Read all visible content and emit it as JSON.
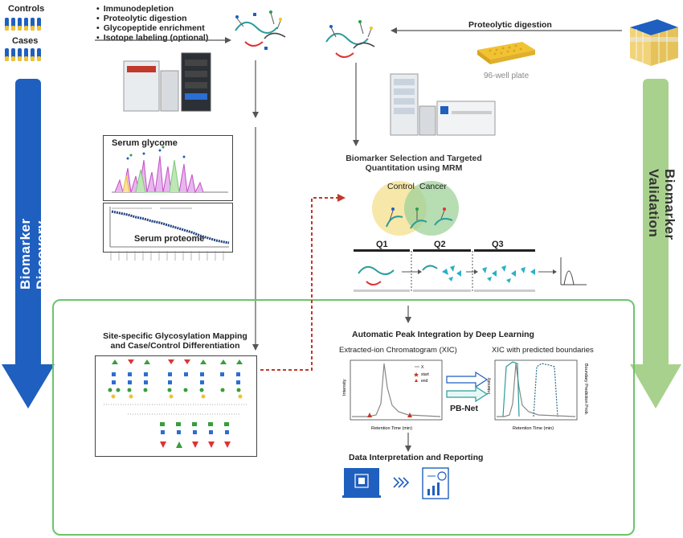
{
  "groups": {
    "controls": "Controls",
    "cases": "Cases"
  },
  "discovery_steps": [
    "Immunodepletion",
    "Proteolytic digestion",
    "Glycopeptide enrichment",
    "Isotope labeling (optional)"
  ],
  "arrows": {
    "discovery": "Biomarker Discovery",
    "validation": "Biomarker Validation"
  },
  "plots": {
    "glycome": "Serum glycome",
    "proteome": "Serum proteome"
  },
  "mapping_title": [
    "Site-specific Glycosylation Mapping",
    "and Case/Control Differentiation"
  ],
  "validation": {
    "digestion": "Proteolytic digestion",
    "plate": "96-well plate",
    "selection_title": [
      "Biomarker Selection and Targeted",
      "Quantitation using MRM"
    ],
    "venn": {
      "control": "Control",
      "cancer": "Cancer"
    },
    "quads": [
      "Q1",
      "Q2",
      "Q3"
    ]
  },
  "dl": {
    "title": "Automatic Peak Integration by Deep Learning",
    "xic_title": "Extracted-ion Chromatogram (XIC)",
    "xic_pred_title": "XIC with predicted boundaries",
    "model": "PB-Net",
    "xlabel": "Retention Time (min)",
    "ylabel": "Intensity",
    "y2label": "Boundary Prediction Prob.",
    "legend": [
      "X",
      "start",
      "end"
    ],
    "reporting": "Data Interpretation and Reporting"
  },
  "colors": {
    "discovery_arrow": "#1f5fbf",
    "validation_arrow": "#a9d18e",
    "green_box": "#6cc46c",
    "venn_control": "#f6e39a",
    "venn_cancer": "#9fd19a",
    "teal": "#2a9d9b",
    "report_blue": "#1f5fbf"
  }
}
